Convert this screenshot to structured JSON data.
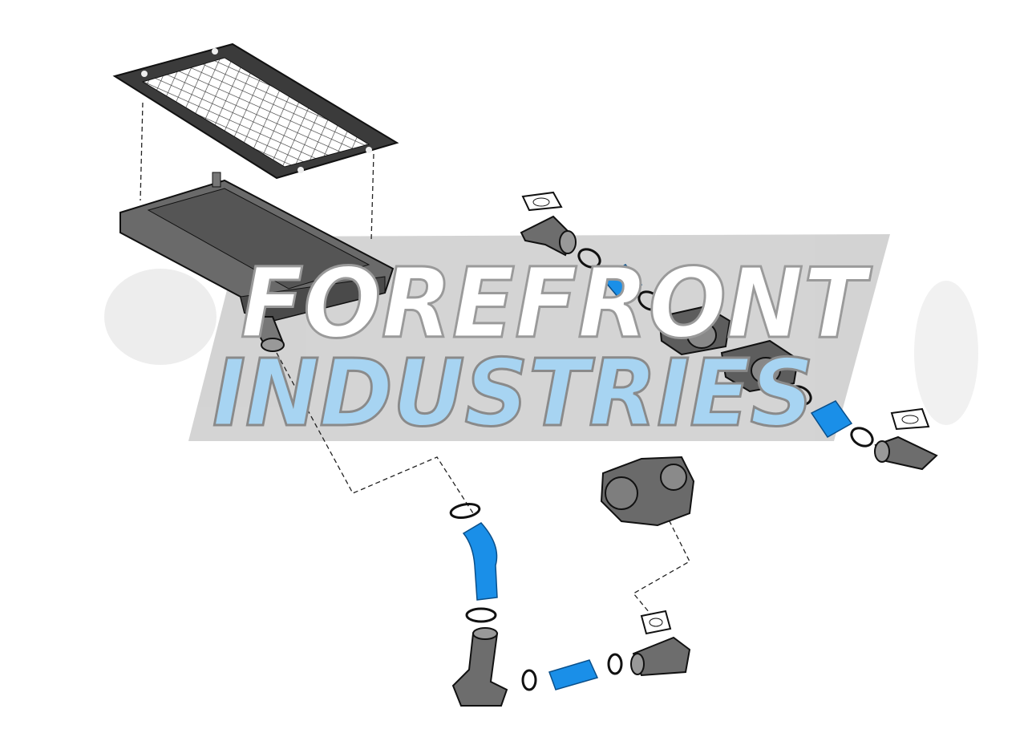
{
  "watermark": {
    "line1": "FOREFRONT",
    "line2": "INDUSTRIES",
    "colors": {
      "plate": "#c8c8c8",
      "line1_fill": "#ffffff",
      "line2_fill": "#9fd0f0",
      "outline": "#9a9a9a"
    }
  },
  "colors": {
    "hose": "#1a8fe8",
    "part_gray": "#6e6e6e",
    "part_dark": "#3a3a3a",
    "outline": "#111111",
    "dashed_leader": "#222222"
  },
  "parts": [
    {
      "name": "intercooler-cover-grille"
    },
    {
      "name": "intercooler"
    },
    {
      "name": "throttle-body-left"
    },
    {
      "name": "throttle-body-right"
    },
    {
      "name": "turbocharger"
    },
    {
      "name": "silicone-coupler",
      "count": 4
    },
    {
      "name": "hose-clamp",
      "count": 8
    },
    {
      "name": "flange-gasket",
      "count": 3
    }
  ]
}
